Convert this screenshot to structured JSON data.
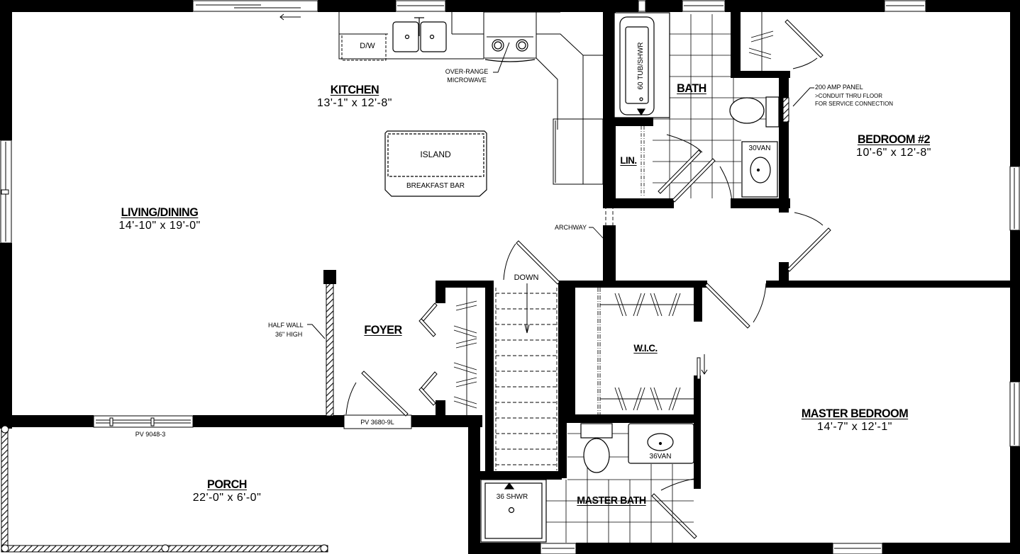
{
  "plan": {
    "colors": {
      "wall": "#000000",
      "background": "#ffffff",
      "line": "#000000"
    },
    "rooms": [
      {
        "id": "living-dining",
        "name": "LIVING/DINING",
        "dims": "14'-10\" x 19'-0\""
      },
      {
        "id": "kitchen",
        "name": "KITCHEN",
        "dims": "13'-1\" x 12'-8\""
      },
      {
        "id": "bath",
        "name": "BATH",
        "dims": ""
      },
      {
        "id": "linen",
        "name": "LIN.",
        "dims": ""
      },
      {
        "id": "bedroom-2",
        "name": "BEDROOM #2",
        "dims": "10'-6\" x 12'-8\""
      },
      {
        "id": "foyer",
        "name": "FOYER",
        "dims": ""
      },
      {
        "id": "wic",
        "name": "W.I.C.",
        "dims": ""
      },
      {
        "id": "master-bedroom",
        "name": "MASTER BEDROOM",
        "dims": "14'-7\" x 12'-1\""
      },
      {
        "id": "master-bath",
        "name": "MASTER BATH",
        "dims": ""
      },
      {
        "id": "porch",
        "name": "PORCH",
        "dims": "22'-0\" x 6'-0\""
      }
    ],
    "fixtures": {
      "dishwasher": "D/W",
      "microwave_line1": "OVER-RANGE",
      "microwave_line2": "MICROWAVE",
      "island": "ISLAND",
      "breakfast_bar": "BREAKFAST BAR",
      "tub": "60 TUB/SHWR",
      "vanity_bath": "30VAN",
      "vanity_master": "36VAN",
      "shower_master": "36 SHWR",
      "stairs": "DOWN"
    },
    "annotations": {
      "panel_line1": "200 AMP PANEL",
      "panel_line2": ">CONDUIT THRU FLOOR",
      "panel_line3": "FOR SERVICE CONNECTION",
      "archway": "ARCHWAY",
      "half_wall_line1": "HALF WALL",
      "half_wall_line2": "36\" HIGH",
      "window_front": "PV 9048-3",
      "door_front": "PV 3680-9L"
    }
  }
}
